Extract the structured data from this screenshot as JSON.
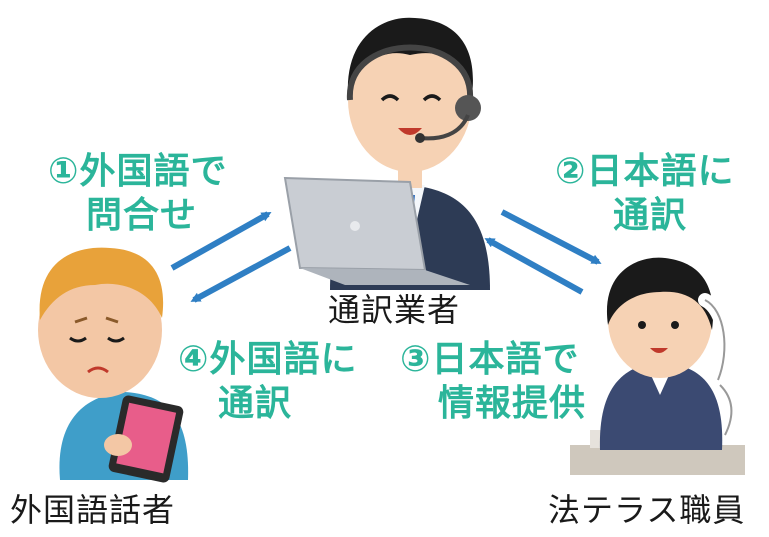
{
  "colors": {
    "step_text": "#2bb59a",
    "arrow": "#2f7fc4"
  },
  "steps": {
    "step1": {
      "line1": "①外国語で",
      "line2": "問合せ"
    },
    "step2": {
      "line1": "②日本語に",
      "line2": "通訳"
    },
    "step3": {
      "line1": "③日本語で",
      "line2": "情報提供"
    },
    "step4": {
      "line1": "④外国語に",
      "line2": "通訳"
    }
  },
  "actors": {
    "interpreter": "通訳業者",
    "foreign_speaker": "外国語話者",
    "houterasu_staff": "法テラス職員"
  }
}
